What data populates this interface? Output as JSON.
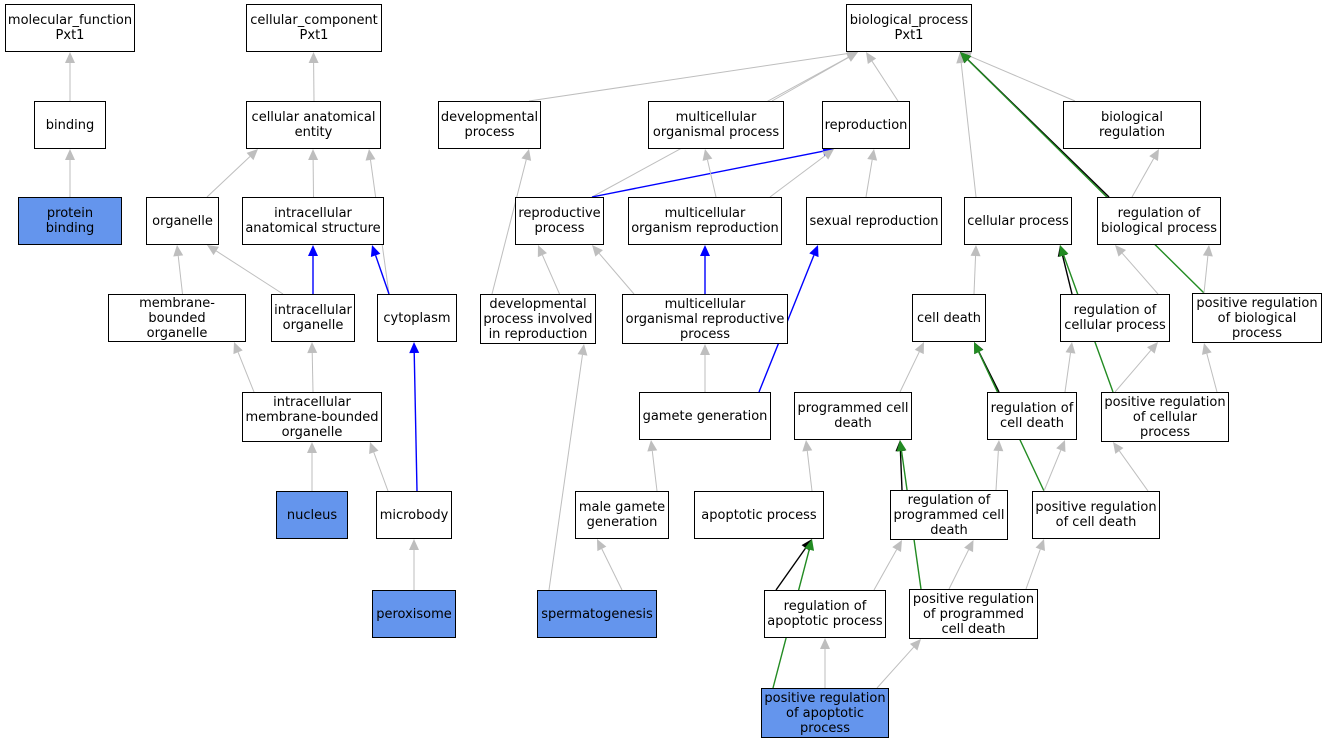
{
  "colors": {
    "default_edge": "#bebebe",
    "is_a_edge": "#000000",
    "part_of_edge": "#0000ff",
    "positive_regulation_edge": "#228b22",
    "highlight_fill": "#6495ed"
  },
  "nodes": [
    {
      "id": "mf",
      "label": "molecular_function\nPxt1",
      "highlight": false
    },
    {
      "id": "cc",
      "label": "cellular_component\nPxt1",
      "highlight": false
    },
    {
      "id": "bp",
      "label": "biological_process\nPxt1",
      "highlight": false
    },
    {
      "id": "binding",
      "label": "binding",
      "highlight": false
    },
    {
      "id": "protein_binding",
      "label": "protein binding",
      "highlight": true
    },
    {
      "id": "cae",
      "label": "cellular anatomical\nentity",
      "highlight": false
    },
    {
      "id": "organelle",
      "label": "organelle",
      "highlight": false
    },
    {
      "id": "ias",
      "label": "intracellular\nanatomical structure",
      "highlight": false
    },
    {
      "id": "mbo",
      "label": "membrane-bounded\norganelle",
      "highlight": false
    },
    {
      "id": "io",
      "label": "intracellular\norganelle",
      "highlight": false
    },
    {
      "id": "cytoplasm",
      "label": "cytoplasm",
      "highlight": false
    },
    {
      "id": "imbo",
      "label": "intracellular\nmembrane-bounded\norganelle",
      "highlight": false
    },
    {
      "id": "nucleus",
      "label": "nucleus",
      "highlight": true
    },
    {
      "id": "microbody",
      "label": "microbody",
      "highlight": false
    },
    {
      "id": "peroxisome",
      "label": "peroxisome",
      "highlight": true
    },
    {
      "id": "dev",
      "label": "developmental\nprocess",
      "highlight": false
    },
    {
      "id": "mop",
      "label": "multicellular\norganismal process",
      "highlight": false
    },
    {
      "id": "reproduction",
      "label": "reproduction",
      "highlight": false
    },
    {
      "id": "bioreg",
      "label": "biological regulation",
      "highlight": false
    },
    {
      "id": "repproc",
      "label": "reproductive\nprocess",
      "highlight": false
    },
    {
      "id": "mor",
      "label": "multicellular\norganism reproduction",
      "highlight": false
    },
    {
      "id": "sexrep",
      "label": "sexual reproduction",
      "highlight": false
    },
    {
      "id": "cellproc",
      "label": "cellular process",
      "highlight": false
    },
    {
      "id": "regbio",
      "label": "regulation of\nbiological process",
      "highlight": false
    },
    {
      "id": "dpir",
      "label": "developmental\nprocess involved\nin reproduction",
      "highlight": false
    },
    {
      "id": "morp",
      "label": "multicellular\norganismal reproductive\nprocess",
      "highlight": false
    },
    {
      "id": "celldeath",
      "label": "cell death",
      "highlight": false
    },
    {
      "id": "regcell",
      "label": "regulation of\ncellular process",
      "highlight": false
    },
    {
      "id": "posregbio",
      "label": "positive regulation\nof biological\nprocess",
      "highlight": false
    },
    {
      "id": "gamete",
      "label": "gamete generation",
      "highlight": false
    },
    {
      "id": "pcd",
      "label": "programmed cell\ndeath",
      "highlight": false
    },
    {
      "id": "regcd",
      "label": "regulation of\ncell death",
      "highlight": false
    },
    {
      "id": "posregcell",
      "label": "positive regulation\nof cellular\nprocess",
      "highlight": false
    },
    {
      "id": "malegam",
      "label": "male gamete\ngeneration",
      "highlight": false
    },
    {
      "id": "apop",
      "label": "apoptotic process",
      "highlight": false
    },
    {
      "id": "regpcd",
      "label": "regulation of\nprogrammed cell\ndeath",
      "highlight": false
    },
    {
      "id": "posregcd",
      "label": "positive regulation\nof cell death",
      "highlight": false
    },
    {
      "id": "spermato",
      "label": "spermatogenesis",
      "highlight": true
    },
    {
      "id": "regapop",
      "label": "regulation of\napoptotic process",
      "highlight": false
    },
    {
      "id": "posregpcd",
      "label": "positive regulation\nof programmed\ncell death",
      "highlight": false
    },
    {
      "id": "posregapop",
      "label": "positive regulation\nof apoptotic\nprocess",
      "highlight": true
    }
  ],
  "edges": [
    {
      "from": "binding",
      "to": "mf",
      "type": "default"
    },
    {
      "from": "protein_binding",
      "to": "binding",
      "type": "default"
    },
    {
      "from": "cae",
      "to": "cc",
      "type": "default"
    },
    {
      "from": "organelle",
      "to": "cae",
      "type": "default"
    },
    {
      "from": "ias",
      "to": "cae",
      "type": "default"
    },
    {
      "from": "cytoplasm",
      "to": "cae",
      "type": "default"
    },
    {
      "from": "mbo",
      "to": "organelle",
      "type": "default"
    },
    {
      "from": "io",
      "to": "organelle",
      "type": "default"
    },
    {
      "from": "io",
      "to": "ias",
      "type": "part_of"
    },
    {
      "from": "cytoplasm",
      "to": "ias",
      "type": "part_of"
    },
    {
      "from": "imbo",
      "to": "mbo",
      "type": "default"
    },
    {
      "from": "imbo",
      "to": "io",
      "type": "default"
    },
    {
      "from": "nucleus",
      "to": "imbo",
      "type": "default"
    },
    {
      "from": "microbody",
      "to": "imbo",
      "type": "default"
    },
    {
      "from": "microbody",
      "to": "cytoplasm",
      "type": "part_of"
    },
    {
      "from": "peroxisome",
      "to": "microbody",
      "type": "default"
    },
    {
      "from": "dev",
      "to": "bp",
      "type": "default"
    },
    {
      "from": "mop",
      "to": "bp",
      "type": "default"
    },
    {
      "from": "reproduction",
      "to": "bp",
      "type": "default"
    },
    {
      "from": "bioreg",
      "to": "bp",
      "type": "default"
    },
    {
      "from": "repproc",
      "to": "bp",
      "type": "default"
    },
    {
      "from": "cellproc",
      "to": "bp",
      "type": "default"
    },
    {
      "from": "regbio",
      "to": "bp",
      "type": "is_a"
    },
    {
      "from": "posregbio",
      "to": "bp",
      "type": "positive_regulation"
    },
    {
      "from": "repproc",
      "to": "reproduction",
      "type": "part_of"
    },
    {
      "from": "mor",
      "to": "mop",
      "type": "default"
    },
    {
      "from": "mor",
      "to": "reproduction",
      "type": "default"
    },
    {
      "from": "sexrep",
      "to": "reproduction",
      "type": "default"
    },
    {
      "from": "regbio",
      "to": "bioreg",
      "type": "default"
    },
    {
      "from": "dpir",
      "to": "dev",
      "type": "default"
    },
    {
      "from": "dpir",
      "to": "repproc",
      "type": "default"
    },
    {
      "from": "morp",
      "to": "repproc",
      "type": "default"
    },
    {
      "from": "morp",
      "to": "mor",
      "type": "part_of"
    },
    {
      "from": "gamete",
      "to": "sexrep",
      "type": "part_of"
    },
    {
      "from": "gamete",
      "to": "morp",
      "type": "default"
    },
    {
      "from": "celldeath",
      "to": "cellproc",
      "type": "default"
    },
    {
      "from": "regcell",
      "to": "cellproc",
      "type": "is_a"
    },
    {
      "from": "posregcell",
      "to": "cellproc",
      "type": "positive_regulation"
    },
    {
      "from": "regcell",
      "to": "regbio",
      "type": "default"
    },
    {
      "from": "posregbio",
      "to": "regbio",
      "type": "default"
    },
    {
      "from": "pcd",
      "to": "celldeath",
      "type": "default"
    },
    {
      "from": "regcd",
      "to": "celldeath",
      "type": "is_a"
    },
    {
      "from": "posregcd",
      "to": "celldeath",
      "type": "positive_regulation"
    },
    {
      "from": "regcd",
      "to": "regcell",
      "type": "default"
    },
    {
      "from": "posregcell",
      "to": "regcell",
      "type": "default"
    },
    {
      "from": "posregcell",
      "to": "posregbio",
      "type": "default"
    },
    {
      "from": "malegam",
      "to": "gamete",
      "type": "default"
    },
    {
      "from": "spermato",
      "to": "malegam",
      "type": "default"
    },
    {
      "from": "spermato",
      "to": "dpir",
      "type": "default"
    },
    {
      "from": "apop",
      "to": "pcd",
      "type": "default"
    },
    {
      "from": "regpcd",
      "to": "pcd",
      "type": "is_a"
    },
    {
      "from": "posregpcd",
      "to": "pcd",
      "type": "positive_regulation"
    },
    {
      "from": "regpcd",
      "to": "regcd",
      "type": "default"
    },
    {
      "from": "posregcd",
      "to": "regcd",
      "type": "default"
    },
    {
      "from": "posregcd",
      "to": "posregcell",
      "type": "default"
    },
    {
      "from": "regapop",
      "to": "regpcd",
      "type": "default"
    },
    {
      "from": "regapop",
      "to": "apop",
      "type": "is_a"
    },
    {
      "from": "posregpcd",
      "to": "regpcd",
      "type": "default"
    },
    {
      "from": "posregpcd",
      "to": "posregcd",
      "type": "default"
    },
    {
      "from": "posregapop",
      "to": "regapop",
      "type": "default"
    },
    {
      "from": "posregapop",
      "to": "posregpcd",
      "type": "default"
    },
    {
      "from": "posregapop",
      "to": "apop",
      "type": "positive_regulation"
    }
  ]
}
